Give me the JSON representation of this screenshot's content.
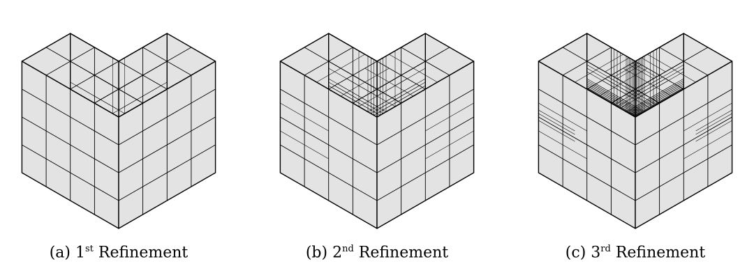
{
  "figures": [
    {
      "label": "(a)",
      "ordinal": "1",
      "suffix": "st",
      "word": "Refinement"
    },
    {
      "label": "(b)",
      "ordinal": "2",
      "suffix": "nd",
      "word": "Refinement"
    },
    {
      "label": "(c)",
      "ordinal": "3",
      "suffix": "rd",
      "word": "Refinement"
    }
  ],
  "colors": {
    "face": "#e3e3e3",
    "edge": "#000000"
  }
}
